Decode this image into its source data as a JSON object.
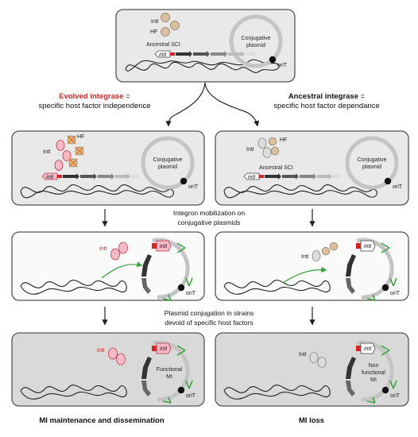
{
  "colors": {
    "cell_fill": "#e9e9e9",
    "cell_fill_dark": "#d9d9d9",
    "cell_stroke": "#555555",
    "plasmid": "#c4c4c4",
    "intl_pink": "#f7b8c8",
    "intl_pink_stroke": "#c0394b",
    "hf_tan": "#d9c0a0",
    "intl_grey": "#dcdcdc",
    "evolved_red": "#d42424",
    "arrow_green": "#3aa13a",
    "cross_orange": "#e87d2a"
  },
  "top_cell": {
    "intl": "IntI",
    "hf": "HF",
    "sci_label": "Ancestral SCI",
    "gene": "intI",
    "plasmid": "Conjugative plasmid",
    "orit": "oriT"
  },
  "branch_left": {
    "highlight": "Evolved integrase",
    "suffix": " =",
    "line2": "specific host factor independence"
  },
  "branch_right": {
    "highlight": "Ancestral integrase",
    "suffix": " =",
    "line2": "specific host factor dependance"
  },
  "row2_left": {
    "intl": "IntI",
    "hf": "HF",
    "gene": "intI",
    "plasmid": "Conjugative plasmid",
    "orit": "oriT"
  },
  "row2_right": {
    "intl": "IntI",
    "hf": "HF",
    "sci_label": "Ancestral SCI",
    "gene": "intI",
    "plasmid": "Conjugative plasmid",
    "orit": "oriT"
  },
  "step1": {
    "line1": "Integron mobilization on",
    "line2": "conjugative plasmids"
  },
  "row3_left": {
    "intl": "IntI",
    "gene": "intI",
    "orit": "oriT"
  },
  "row3_right": {
    "intl": "IntI",
    "gene": "intI",
    "orit": "oriT"
  },
  "step2": {
    "line1": "Plasmid conjugation in strains",
    "line2": "devoid of specific host factors"
  },
  "row4_left": {
    "intl": "IntI",
    "gene": "intI",
    "mi_line1": "Functional",
    "mi_line2": "MI",
    "orit": "oriT"
  },
  "row4_right": {
    "intl": "IntI",
    "gene": "intI",
    "mi_line1": "Non",
    "mi_line2": "functional",
    "mi_line3": "MI",
    "orit": "oriT"
  },
  "outcome_left": "MI maintenance and dissemination",
  "outcome_right": "MI loss"
}
